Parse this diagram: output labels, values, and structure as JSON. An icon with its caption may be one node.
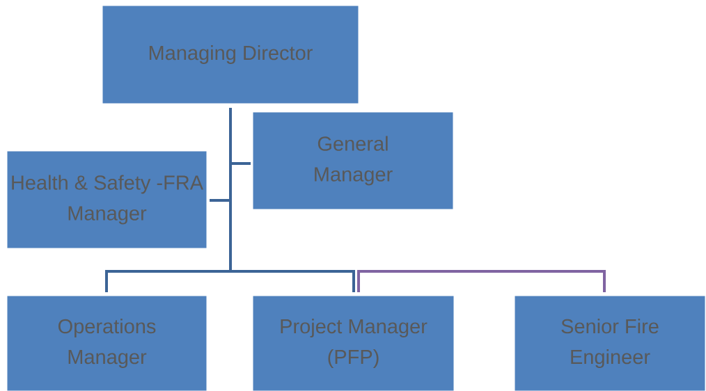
{
  "diagram": {
    "nodes": [
      {
        "text": [
          "Managing Director"
        ]
      },
      {
        "text": [
          "General Manager"
        ]
      },
      {
        "text": [
          "Health & Safety -FRA Manager"
        ]
      },
      {
        "text": [
          "Operations Manager"
        ]
      },
      {
        "text": [
          "Project Manager (PFP)"
        ]
      },
      {
        "text": [
          "Senior Fire Engineer"
        ]
      }
    ],
    "edges": [
      {
        "from": 0,
        "to": 1,
        "arrow": "none"
      },
      {
        "from": 0,
        "to": 2,
        "arrow": "none"
      },
      {
        "from": 0,
        "to": 3,
        "arrow": "none"
      },
      {
        "from": 0,
        "to": 4,
        "arrow": "none"
      },
      {
        "from": 4,
        "to": 5,
        "arrow": "none",
        "color": "#8064a2"
      }
    ]
  }
}
